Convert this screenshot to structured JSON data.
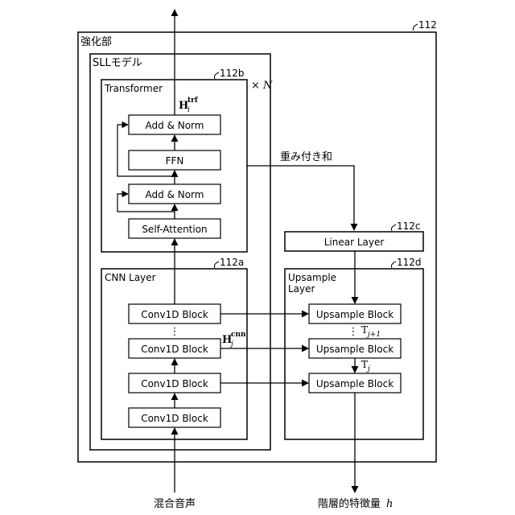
{
  "labels": {
    "enhancement_unit": "強化部",
    "ref_112": "112",
    "sll_model": "SLLモデル",
    "transformer": "Transformer",
    "ref_112b": "112b",
    "repeat_times": "× N",
    "h_trf": "H",
    "h_trf_sub": "i",
    "h_trf_sup": "trf",
    "add_norm_1": "Add & Norm",
    "ffn": "FFN",
    "add_norm_2": "Add & Norm",
    "self_attention": "Self-Attention",
    "weighted_sum": "重み付き和",
    "ref_112c": "112c",
    "linear_layer": "Linear Layer",
    "cnn_layer": "CNN Layer",
    "ref_112a": "112a",
    "conv_1": "Conv1D Block",
    "conv_2": "Conv1D Block",
    "conv_3": "Conv1D Block",
    "conv_4": "Conv1D Block",
    "vdots": "⋮",
    "h_cnn": "H",
    "h_cnn_sub": "j",
    "h_cnn_sup": "cnn",
    "ref_112d": "112d",
    "upsample_layer_1": "Upsample",
    "upsample_layer_2": "Layer",
    "up_1": "Upsample Block",
    "up_2": "Upsample Block",
    "up_3": "Upsample Block",
    "t_j1": "T",
    "t_j1_sub": "j+1",
    "t_j": "T",
    "t_j_sub": "j",
    "input": "混合音声",
    "output": "階層的特徴量",
    "output_h": "h"
  }
}
